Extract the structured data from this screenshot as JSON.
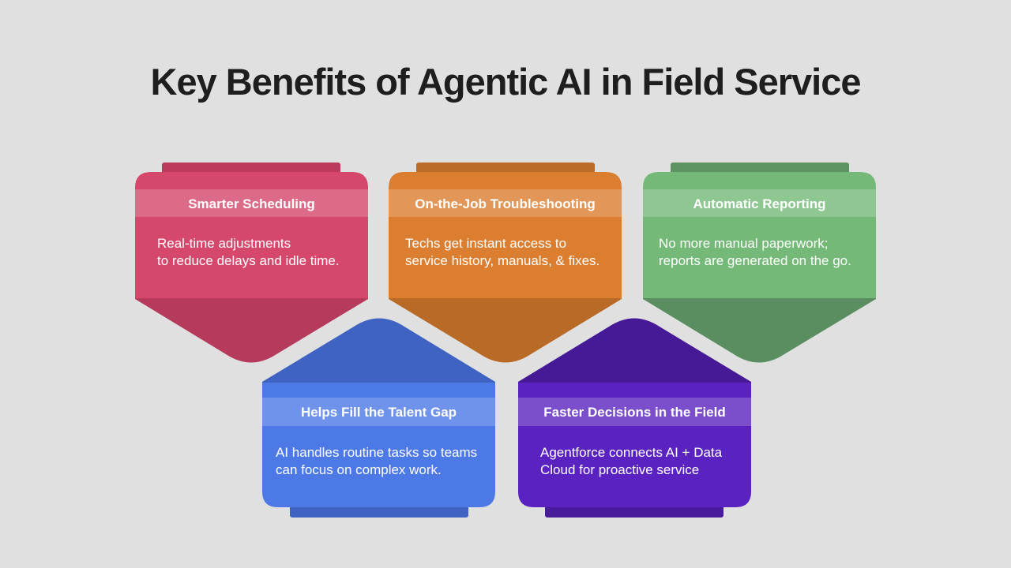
{
  "title": "Key Benefits of Agentic AI in Field Service",
  "cards": [
    {
      "title": "Smarter Scheduling",
      "lines": [
        "Real-time adjustments",
        "to reduce delays and idle time."
      ],
      "color": "#d5476b",
      "dark": "#b53a5b",
      "tab": "#bd3a5c"
    },
    {
      "title": "On-the-Job Troubleshooting",
      "lines": [
        "Techs get instant access to",
        "service history, manuals, & fixes."
      ],
      "color": "#db7e30",
      "dark": "#b96a27",
      "tab": "#bd6b28"
    },
    {
      "title": "Automatic Reporting",
      "lines": [
        "No more manual paperwork;",
        "reports are generated on the go."
      ],
      "color": "#74b977",
      "dark": "#5a8e60",
      "tab": "#5d9262"
    },
    {
      "title": "Helps Fill the Talent Gap",
      "lines": [
        "AI handles routine tasks so teams",
        "can focus on complex work."
      ],
      "color": "#4c79e6",
      "dark": "#3f63c2",
      "tab": "#3f63c2"
    },
    {
      "title": "Faster Decisions in the Field",
      "lines": [
        "Agentforce connects AI + Data",
        "Cloud for proactive service"
      ],
      "color": "#5a22c0",
      "dark": "#461a96",
      "tab": "#481b9c"
    }
  ]
}
